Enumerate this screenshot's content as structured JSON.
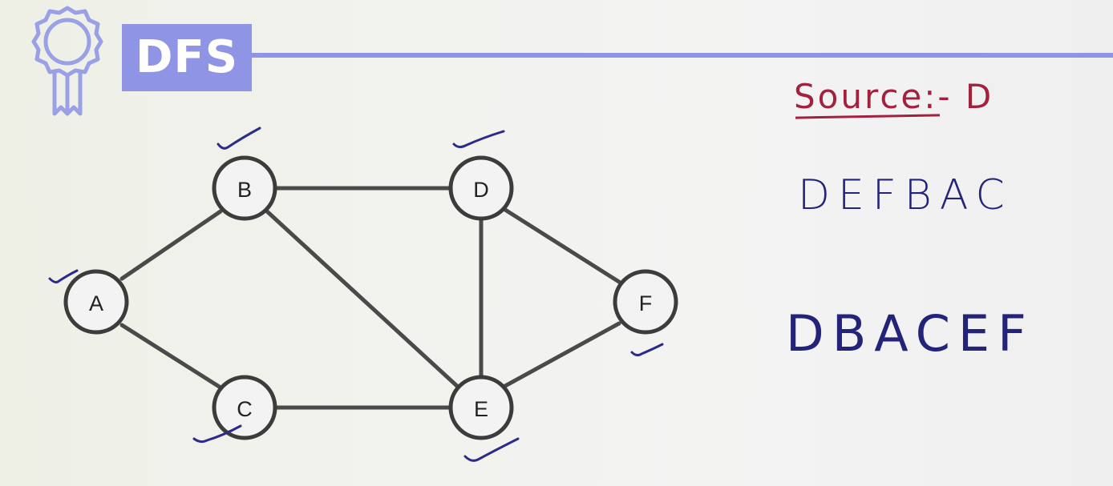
{
  "header": {
    "title": "DFS",
    "accent_color": "#8f94e4",
    "icon": "award-ribbon-icon"
  },
  "graph": {
    "nodes": [
      {
        "id": "A",
        "label": "A"
      },
      {
        "id": "B",
        "label": "B"
      },
      {
        "id": "C",
        "label": "C"
      },
      {
        "id": "D",
        "label": "D"
      },
      {
        "id": "E",
        "label": "E"
      },
      {
        "id": "F",
        "label": "F"
      }
    ],
    "edges": [
      [
        "A",
        "B"
      ],
      [
        "A",
        "C"
      ],
      [
        "B",
        "D"
      ],
      [
        "B",
        "E"
      ],
      [
        "C",
        "E"
      ],
      [
        "D",
        "E"
      ],
      [
        "D",
        "F"
      ],
      [
        "E",
        "F"
      ]
    ],
    "visited_marks": [
      "A",
      "B",
      "C",
      "D",
      "E",
      "F"
    ]
  },
  "notes": {
    "source": "Source:- D",
    "order_1": "DEFBAC",
    "order_2": "DBACEF",
    "source_color": "#a3203f",
    "ink_color": "#23237a"
  }
}
